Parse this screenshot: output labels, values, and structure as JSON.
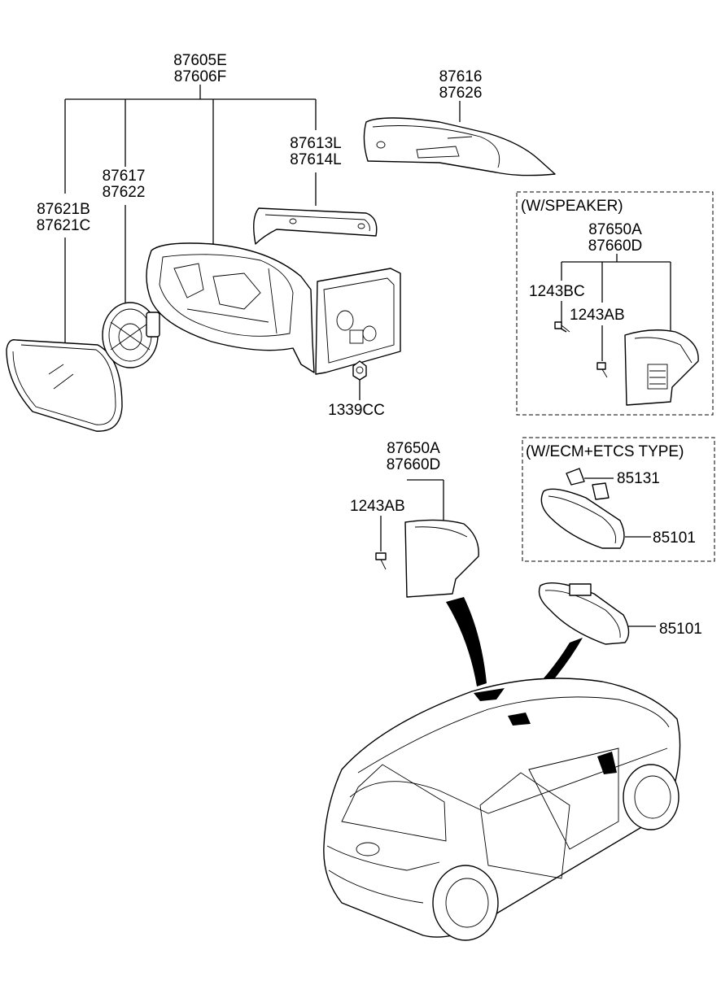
{
  "labels": {
    "housing_a": "87605E",
    "housing_b": "87606F",
    "scalp_a": "87616",
    "scalp_b": "87626",
    "lamp_a": "87613L",
    "lamp_b": "87614L",
    "actuator_a": "87617",
    "actuator_b": "87622",
    "glass_a": "87621B",
    "glass_b": "87621C",
    "nut": "1339CC",
    "speaker_box_title": "(W/SPEAKER)",
    "speaker_cover_a": "87650A",
    "speaker_cover_b": "87660D",
    "screw_bc": "1243BC",
    "screw_ab_box": "1243AB",
    "cover_a": "87650A",
    "cover_b": "87660D",
    "screw_ab": "1243AB",
    "ecm_box_title": "(W/ECM+ETCS TYPE)",
    "sensor": "85131",
    "inside_mirror_ecm": "85101",
    "inside_mirror": "85101"
  }
}
